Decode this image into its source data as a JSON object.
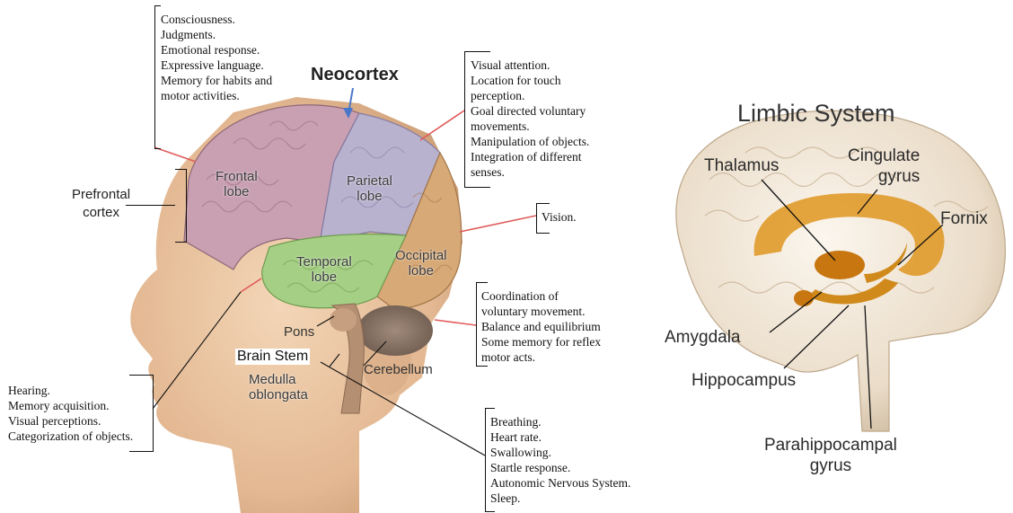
{
  "left_figure": {
    "neocortex_label": "Neocortex",
    "prefrontal_label": [
      "Prefrontal",
      "cortex"
    ],
    "lobes": {
      "frontal": [
        "Frontal",
        "lobe"
      ],
      "parietal": [
        "Parietal",
        "lobe"
      ],
      "temporal": [
        "Temporal",
        "lobe"
      ],
      "occipital": [
        "Occipital",
        "lobe"
      ]
    },
    "structures": {
      "pons": "Pons",
      "brain_stem": "Brain Stem",
      "medulla": [
        "Medulla",
        "oblongata"
      ],
      "cerebellum": "Cerebellum"
    },
    "notes": {
      "frontal": [
        "Consciousness.",
        "Judgments.",
        "Emotional response.",
        "Expressive language.",
        "Memory for habits and",
        "motor activities."
      ],
      "parietal": [
        "Visual attention.",
        "Location for touch",
        "perception.",
        "Goal directed voluntary",
        "movements.",
        "Manipulation of objects.",
        "Integration of different",
        "senses."
      ],
      "occipital": [
        "Vision."
      ],
      "cerebellum": [
        "Coordination of",
        "voluntary movement.",
        "Balance and equilibrium",
        "Some memory for reflex",
        "motor acts."
      ],
      "temporal": [
        "Hearing.",
        "Memory acquisition.",
        "Visual perceptions.",
        "Categorization of objects."
      ],
      "brain_stem": [
        "Breathing.",
        "Heart rate.",
        "Swallowing.",
        "Startle response.",
        "Autonomic Nervous System.",
        "Sleep."
      ]
    }
  },
  "right_figure": {
    "title": "Limbic System",
    "labels": {
      "thalamus": "Thalamus",
      "cingulate": [
        "Cingulate",
        "gyrus"
      ],
      "fornix": "Fornix",
      "amygdala": "Amygdala",
      "hippocampus": "Hippocampus",
      "parahippocampal": [
        "Parahippocampal",
        "gyrus"
      ]
    }
  },
  "colors": {
    "frontal": "#c9a0b2",
    "parietal": "#b9b2cf",
    "temporal": "#a6cf86",
    "occipital": "#d7a977",
    "skin": "#e7c29f",
    "limbic": "#e09a2a",
    "leader_red": "#e05a5a",
    "arrow_blue": "#4a78c8"
  }
}
